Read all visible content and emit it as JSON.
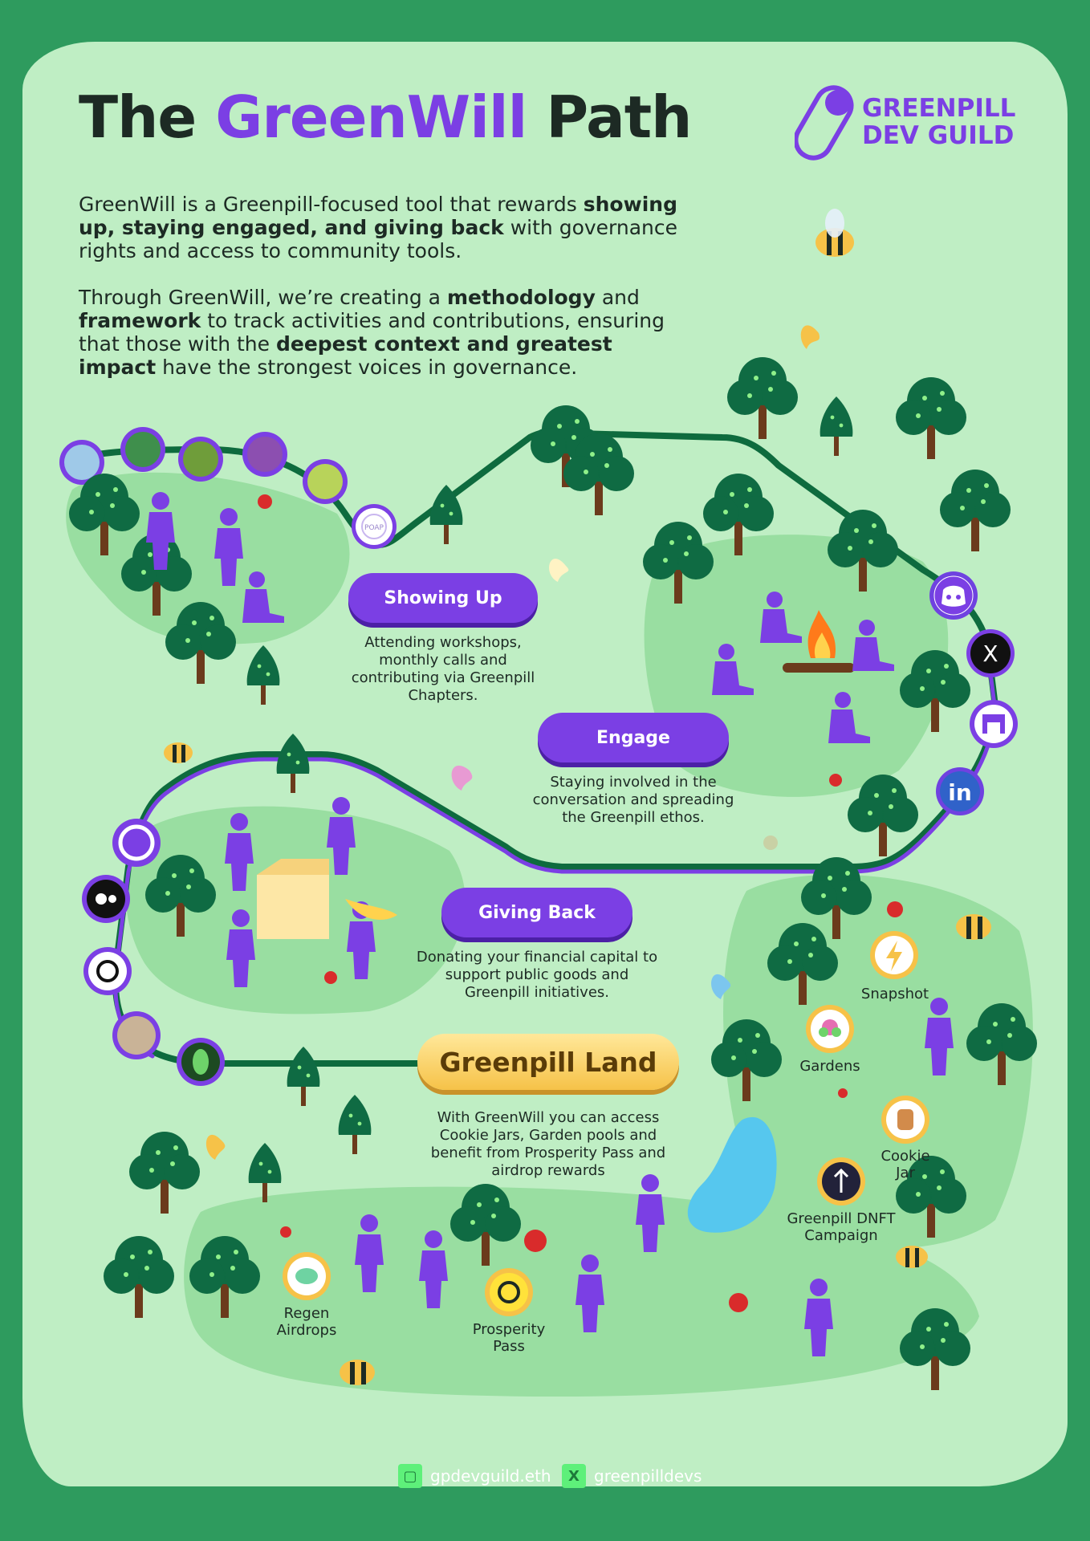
{
  "title": {
    "pre": "The ",
    "accent": "GreenWill",
    "post": " Path"
  },
  "logo": {
    "line1": "GREENPILL",
    "line2": "DEV GUILD"
  },
  "intro": {
    "p1": [
      {
        "t": "GreenWill is a Greenpill-focused tool that rewards ",
        "b": false
      },
      {
        "t": "showing up, staying engaged, and giving back",
        "b": true
      },
      {
        "t": " with governance rights and access to community tools.",
        "b": false
      }
    ],
    "p2": [
      {
        "t": "Through GreenWill, we’re creating a ",
        "b": false
      },
      {
        "t": "methodology",
        "b": true
      },
      {
        "t": " and ",
        "b": false
      },
      {
        "t": "framework",
        "b": true
      },
      {
        "t": " to track activities and contributions, ensuring that those with the ",
        "b": false
      },
      {
        "t": "deepest context and greatest impact",
        "b": true
      },
      {
        "t": " have the strongest voices in governance.",
        "b": false
      }
    ]
  },
  "stages": {
    "showing_up": {
      "label": "Showing Up",
      "desc": "Attending workshops, monthly calls and contributing via Greenpill Chapters."
    },
    "engage": {
      "label": "Engage",
      "desc": "Staying involved in the conversation and spreading the Greenpill ethos."
    },
    "giving_back": {
      "label": "Giving Back",
      "desc": "Donating your financial capital to support public goods and Greenpill initiatives."
    },
    "land": {
      "label": "Greenpill Land",
      "desc": "With GreenWill you can access Cookie Jars, Garden pools and benefit from Prosperity Pass and airdrop rewards"
    }
  },
  "poap_badge": "POAP",
  "tools": {
    "snapshot": "Snapshot",
    "gardens": "Gardens",
    "cookie_jar": "Cookie Jar",
    "dnft": "Greenpill DNFT Campaign",
    "regen_airdrops": "Regen Airdrops",
    "prosperity_pass": "Prosperity Pass"
  },
  "social_icons": [
    "discord-icon",
    "x-icon",
    "farcaster-icon",
    "linkedin-icon"
  ],
  "social_text": {
    "linkedin": "in",
    "x": "X"
  },
  "footer": {
    "ens": "gpdevguild.eth",
    "x_handle": "greenpilldevs"
  },
  "colors": {
    "background": "#2e9b5e",
    "panel": "#bfeec4",
    "accent_purple": "#7b3fe4",
    "path_green": "#0e6b3e",
    "gold": "#f6c248",
    "text_dark": "#1d2a24"
  }
}
